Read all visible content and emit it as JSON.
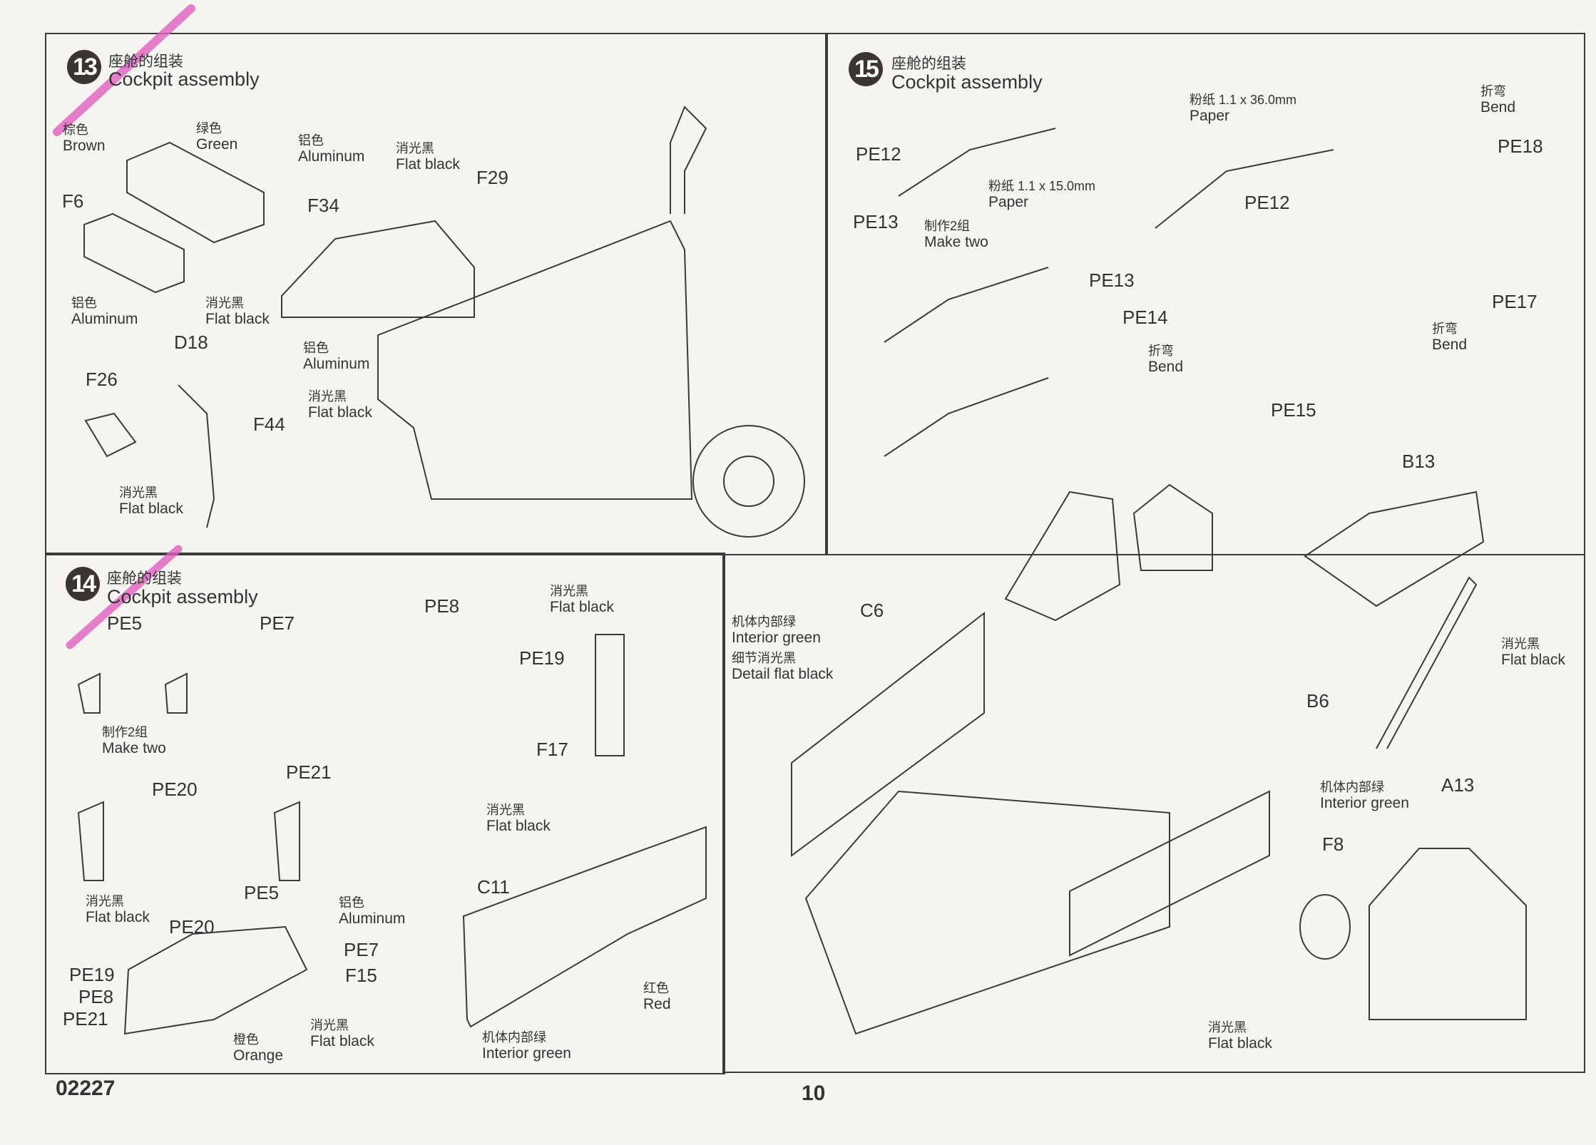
{
  "steps": [
    {
      "number": "13",
      "title_cn": "座舱的组装",
      "title_en": "Cockpit assembly",
      "callouts": [
        {
          "cn": "棕色",
          "en": "Brown"
        },
        {
          "cn": "绿色",
          "en": "Green"
        },
        {
          "cn": "铝色",
          "en": "Aluminum"
        },
        {
          "cn": "消光黑",
          "en": "Flat black"
        },
        {
          "cn": "铝色",
          "en": "Aluminum"
        },
        {
          "cn": "消光黑",
          "en": "Flat black"
        },
        {
          "cn": "铝色",
          "en": "Aluminum"
        },
        {
          "cn": "消光黑",
          "en": "Flat black"
        },
        {
          "cn": "消光黑",
          "en": "Flat black"
        }
      ],
      "parts": [
        "F29",
        "F6",
        "F34",
        "D18",
        "F26",
        "F44"
      ]
    },
    {
      "number": "14",
      "title_cn": "座舱的组装",
      "title_en": "Cockpit assembly",
      "callouts": [
        {
          "cn": "消光黑",
          "en": "Flat black"
        },
        {
          "cn": "制作2组",
          "en": "Make two"
        },
        {
          "cn": "消光黑",
          "en": "Flat black"
        },
        {
          "cn": "消光黑",
          "en": "Flat black"
        },
        {
          "cn": "铝色",
          "en": "Aluminum"
        },
        {
          "cn": "消光黑",
          "en": "Flat black"
        },
        {
          "cn": "橙色",
          "en": "Orange"
        },
        {
          "cn": "红色",
          "en": "Red"
        },
        {
          "cn": "机体内部绿",
          "en": "Interior green"
        }
      ],
      "parts": [
        "PE5",
        "PE7",
        "PE8",
        "PE19",
        "F17",
        "PE20",
        "PE21",
        "C11",
        "PE5",
        "PE20",
        "PE7",
        "PE19",
        "F15",
        "PE8",
        "PE21"
      ]
    },
    {
      "number": "15",
      "title_cn": "座舱的组装",
      "title_en": "Cockpit assembly",
      "callouts": [
        {
          "cn": "粉纸  1.1 x 36.0mm",
          "en": "Paper"
        },
        {
          "cn": "折弯",
          "en": "Bend"
        },
        {
          "cn": "粉纸  1.1 x 15.0mm",
          "en": "Paper"
        },
        {
          "cn": "制作2组",
          "en": "Make two"
        },
        {
          "cn": "折弯",
          "en": "Bend"
        },
        {
          "cn": "折弯",
          "en": "Bend"
        },
        {
          "cn": "机体内部绿",
          "en": "Interior green"
        },
        {
          "cn": "细节消光黑",
          "en": "Detail flat black"
        },
        {
          "cn": "消光黑",
          "en": "Flat black"
        },
        {
          "cn": "机体内部绿",
          "en": "Interior green"
        },
        {
          "cn": "消光黑",
          "en": "Flat black"
        }
      ],
      "parts": [
        "PE12",
        "PE18",
        "PE12",
        "PE13",
        "PE13",
        "PE14",
        "PE17",
        "PE15",
        "B13",
        "C6",
        "B6",
        "A13",
        "F8"
      ]
    }
  ],
  "footer": {
    "kit_number": "02227",
    "page_number": "10"
  },
  "colors": {
    "badge": "#3b3431",
    "marker": "#e060c0",
    "line": "#3a3a3a"
  }
}
